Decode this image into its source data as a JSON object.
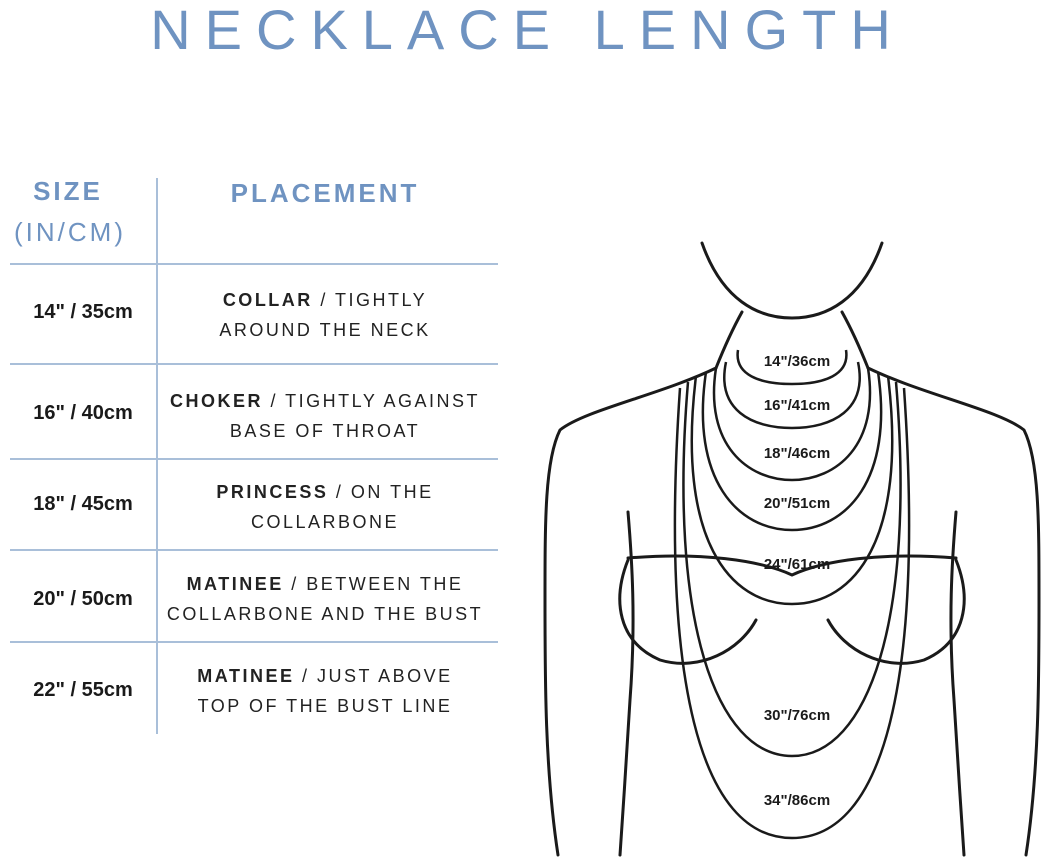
{
  "title": "NECKLACE LENGTH",
  "table": {
    "header_size": "SIZE",
    "header_size_unit": "(IN/CM)",
    "header_placement": "PLACEMENT",
    "rows": [
      {
        "size": "14\" / 35cm",
        "name": "COLLAR",
        "desc_1": " / TIGHTLY",
        "desc_2": "AROUND THE NECK"
      },
      {
        "size": "16\" / 40cm",
        "name": "CHOKER",
        "desc_1": " / TIGHTLY AGAINST",
        "desc_2": "BASE OF THROAT"
      },
      {
        "size": "18\" / 45cm",
        "name": "PRINCESS",
        "desc_1": " / ON THE",
        "desc_2": "COLLARBONE"
      },
      {
        "size": "20\" / 50cm",
        "name": "MATINEE",
        "desc_1": " / BETWEEN THE",
        "desc_2": "COLLARBONE AND THE BUST"
      },
      {
        "size": "22\" / 55cm",
        "name": "MATINEE",
        "desc_1": " / JUST ABOVE",
        "desc_2": "TOP OF THE BUST LINE"
      }
    ]
  },
  "figure": {
    "labels": [
      "14\"/36cm",
      "16\"/41cm",
      "18\"/46cm",
      "20\"/51cm",
      "24\"/61cm",
      "30\"/76cm",
      "34\"/86cm"
    ]
  },
  "colors": {
    "accent": "#6f93c1",
    "line": "#a9bfd9",
    "ink": "#1a1a1a"
  }
}
